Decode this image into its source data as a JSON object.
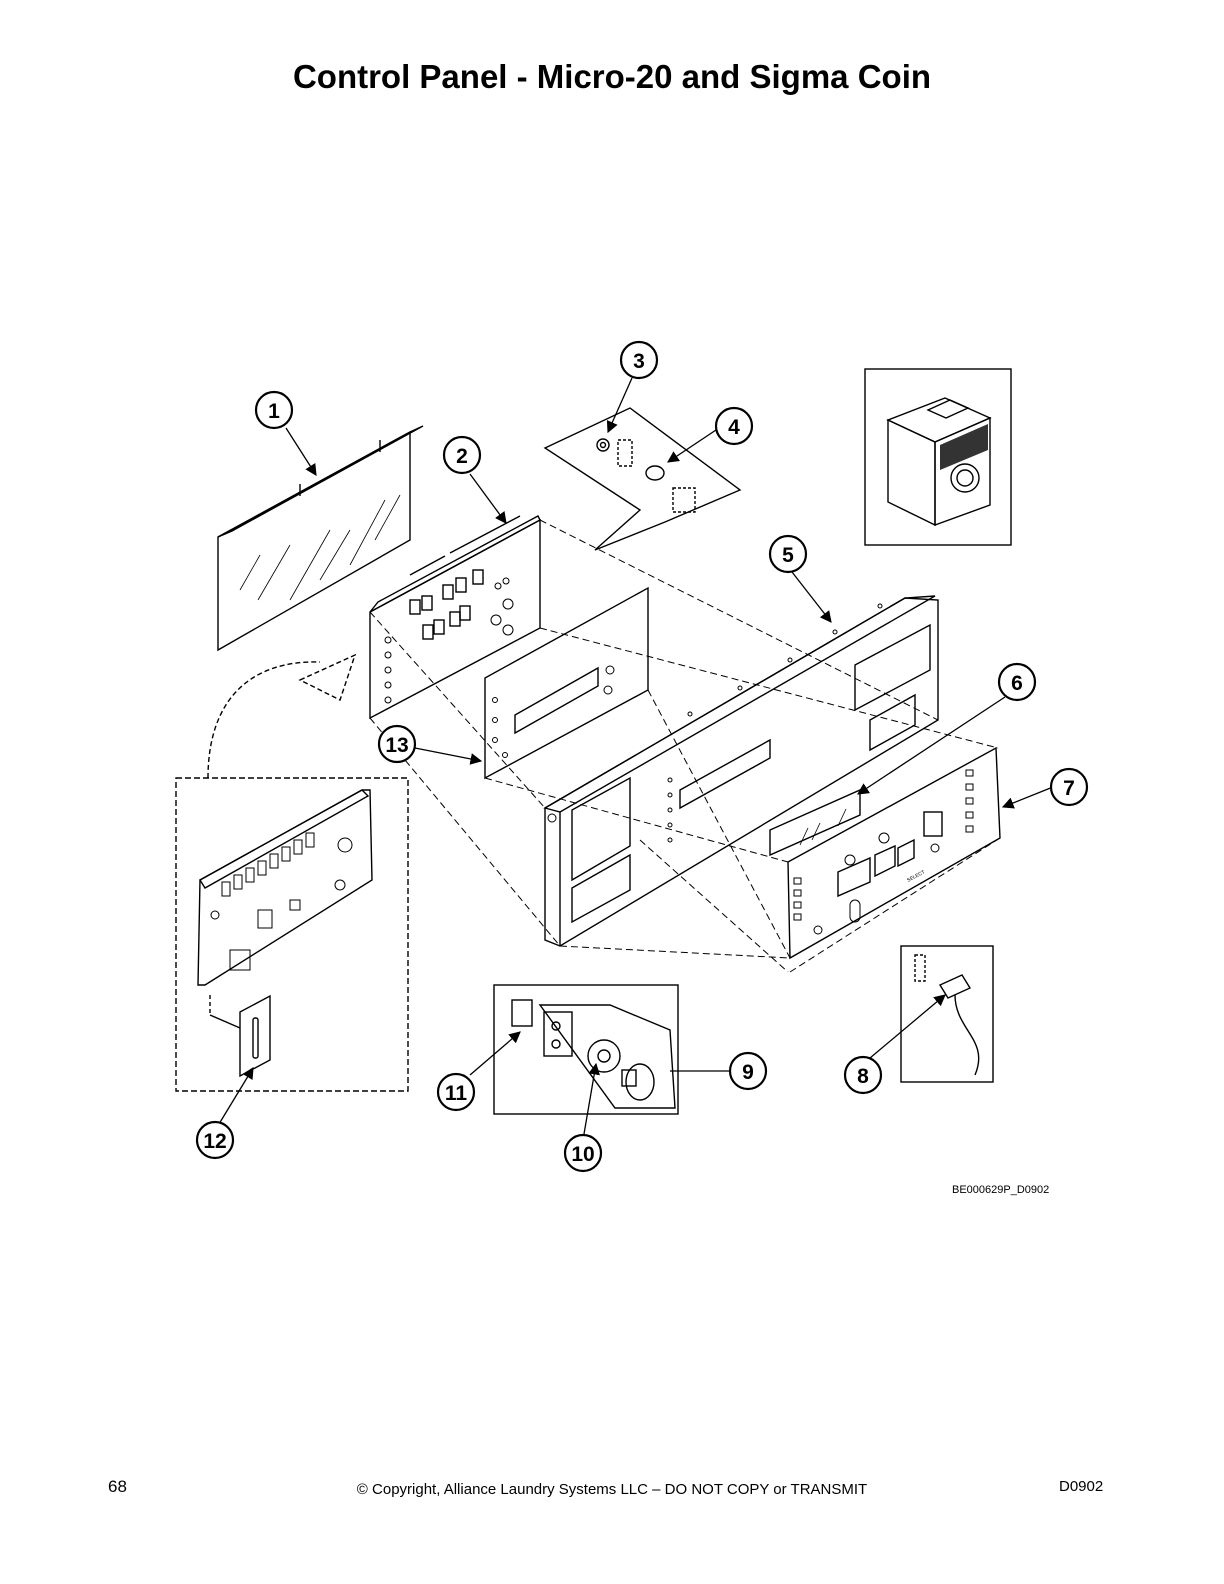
{
  "page": {
    "title": "Control Panel - Micro-20 and Sigma Coin",
    "figure_id": "BE000629P_D0902",
    "page_number": "68",
    "copyright": "© Copyright, Alliance Laundry Systems LLC – DO NOT COPY or TRANSMIT",
    "doc_code": "D0902"
  },
  "callouts": [
    "1",
    "2",
    "3",
    "4",
    "5",
    "6",
    "7",
    "8",
    "9",
    "10",
    "11",
    "12",
    "13"
  ],
  "panel_text": {
    "select": "SELECT"
  }
}
